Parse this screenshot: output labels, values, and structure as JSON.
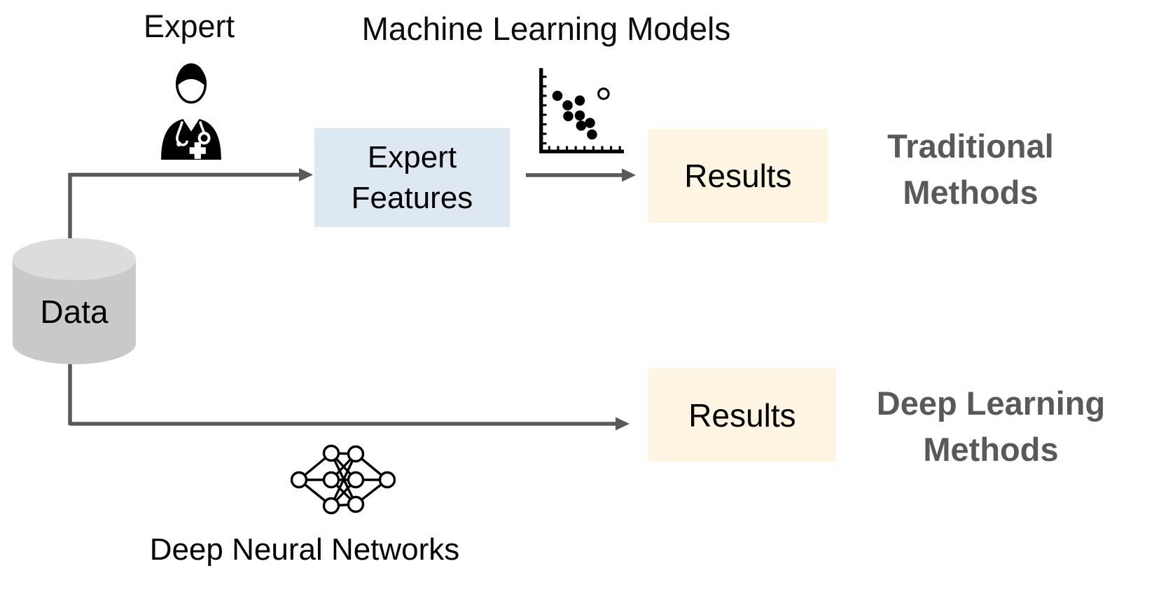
{
  "diagram": {
    "labels": {
      "expert": "Expert",
      "machine_learning_models": "Machine Learning Models",
      "deep_neural_networks": "Deep Neural Networks"
    },
    "data_store": {
      "label": "Data"
    },
    "boxes": {
      "expert_features": {
        "line1": "Expert",
        "line2": "Features"
      },
      "results_traditional": {
        "label": "Results"
      },
      "results_deep": {
        "label": "Results"
      }
    },
    "method_labels": {
      "traditional": {
        "line1": "Traditional",
        "line2": "Methods"
      },
      "deep": {
        "line1": "Deep Learning",
        "line2": "Methods"
      }
    },
    "icons": {
      "doctor": "doctor-expert-icon",
      "scatter_plot": "scatter-plot-icon",
      "neural_network": "neural-network-icon",
      "database": "database-cylinder-icon"
    },
    "colors": {
      "expert_features_bg": "#DEE8F2",
      "results_bg": "#FDF5E2",
      "arrow": "#595959",
      "method_text": "#595959",
      "cylinder_body": "#C9C9C9",
      "cylinder_top": "#DCDCDC",
      "text": "#000000"
    }
  }
}
